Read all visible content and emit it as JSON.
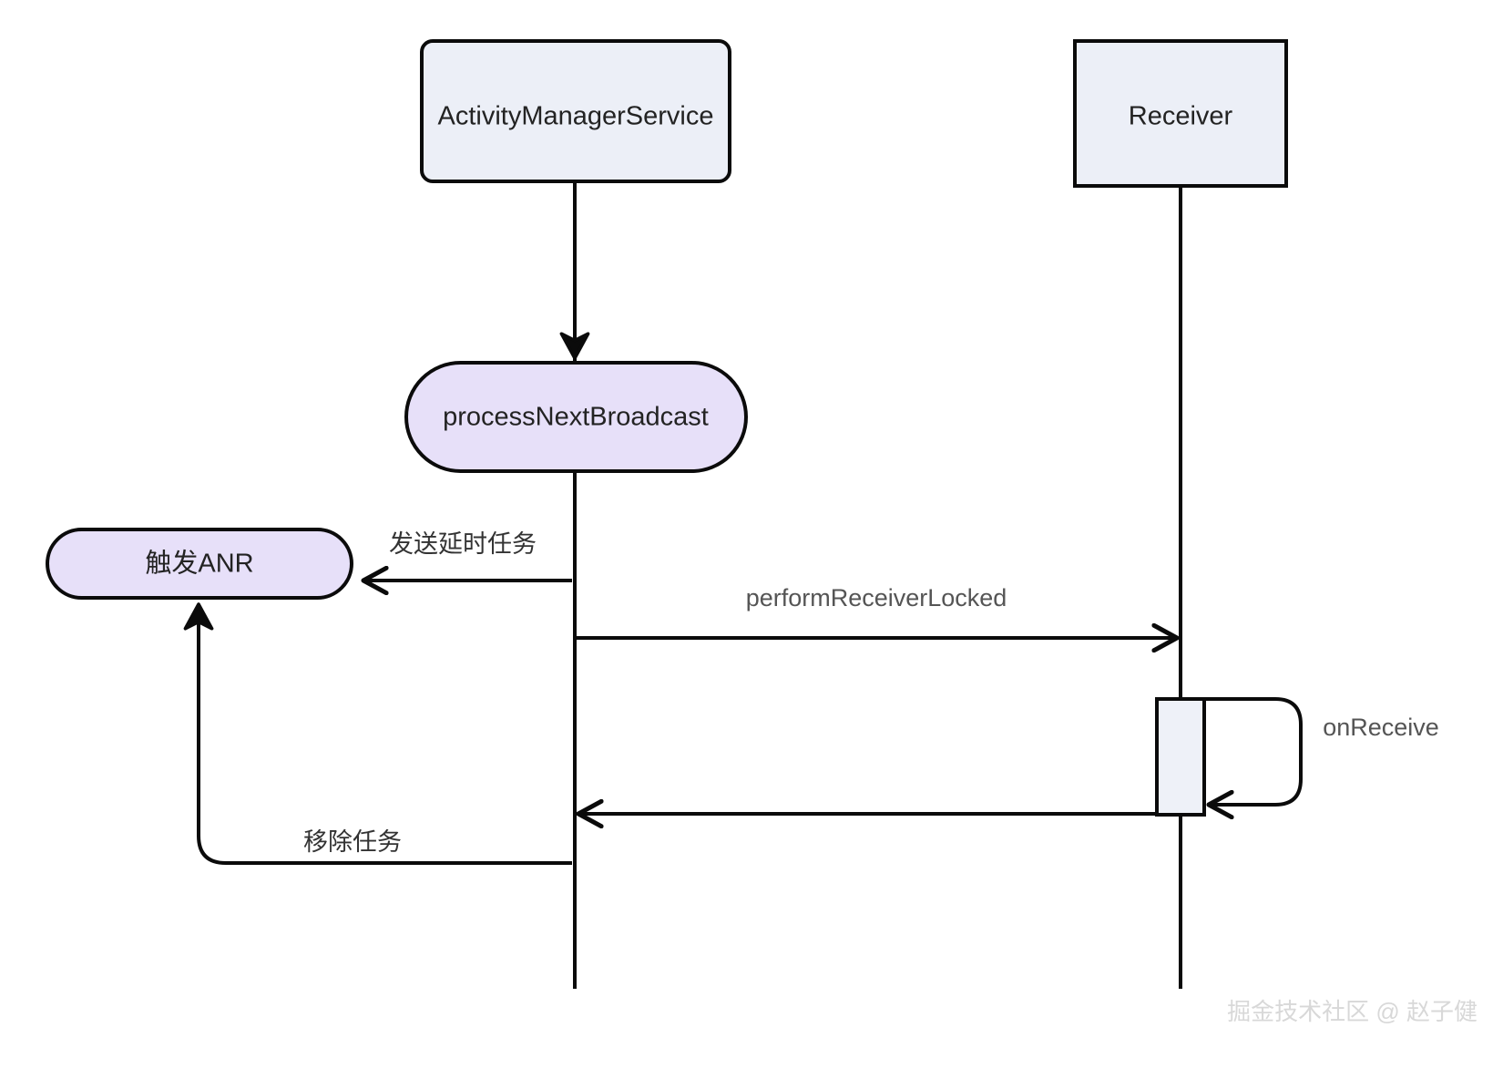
{
  "diagram": {
    "kind": "sequence-diagram",
    "background_color": "#ffffff",
    "stroke_color": "#0b0b0b",
    "participant_fill": "#eceff7",
    "activity_fill": "#e7e0f9",
    "activation_fill": "#eef1f8",
    "label_color": "#555555"
  },
  "participants": [
    {
      "id": "ams",
      "label": "ActivityManagerService",
      "shape": "rounded-rect"
    },
    {
      "id": "receiver",
      "label": "Receiver",
      "shape": "rect"
    }
  ],
  "nodes": [
    {
      "id": "process-next-broadcast",
      "label": "processNextBroadcast",
      "shape": "stadium"
    },
    {
      "id": "trigger-anr",
      "label": "触发ANR",
      "shape": "stadium"
    }
  ],
  "messages": [
    {
      "id": "send-delayed-task",
      "label": "发送延时任务",
      "direction": "left",
      "from": "ams",
      "to": "trigger-anr"
    },
    {
      "id": "perform-receiver-locked",
      "label": "performReceiverLocked",
      "direction": "right",
      "from": "ams",
      "to": "receiver"
    },
    {
      "id": "on-receive",
      "label": "onReceive",
      "direction": "self",
      "from": "receiver",
      "to": "receiver"
    },
    {
      "id": "return-to-ams",
      "label": "",
      "direction": "left",
      "from": "receiver",
      "to": "ams"
    },
    {
      "id": "remove-task",
      "label": "移除任务",
      "direction": "left",
      "from": "ams",
      "to": "trigger-anr"
    }
  ],
  "watermark": {
    "text": "掘金技术社区 @ 赵子健"
  }
}
